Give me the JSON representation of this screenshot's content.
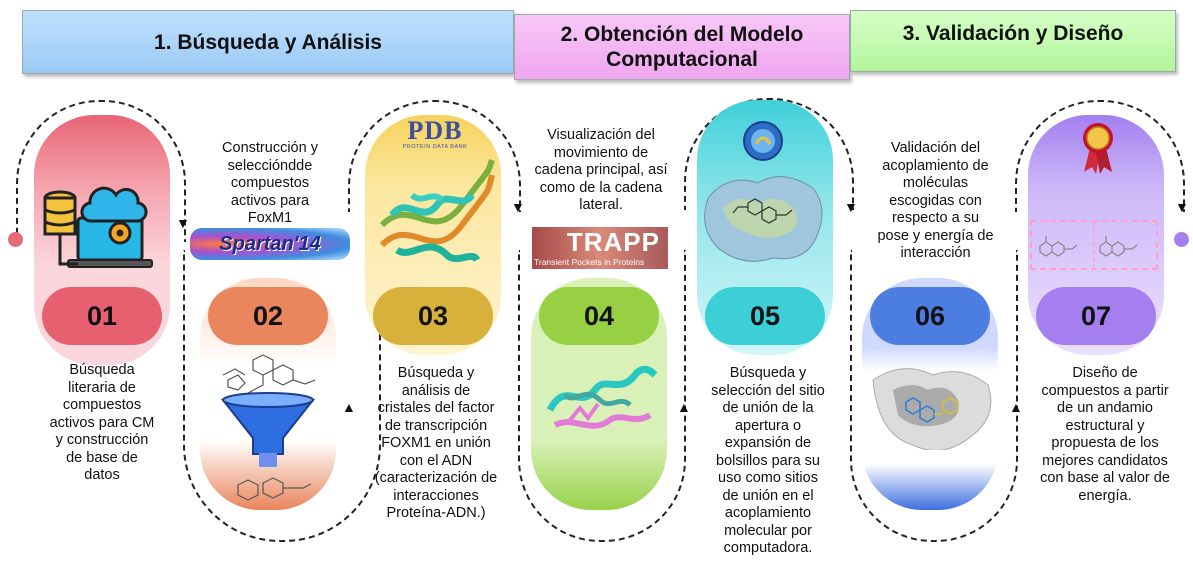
{
  "headers": [
    {
      "line1": "1.  Búsqueda y Análisis",
      "line2": ""
    },
    {
      "line1": "2. Obtención del Modelo",
      "line2": "Computacional"
    },
    {
      "line1": "3. Validación y Diseño",
      "line2": ""
    }
  ],
  "steps": [
    {
      "num": "01",
      "lines": [
        "Búsqueda",
        "literaria de",
        "compuestos",
        "activos para CM",
        "y construcción",
        "de base de",
        "datos"
      ]
    },
    {
      "num": "02",
      "lines": [
        "Construcción y",
        "seleccióndde",
        "compuestos",
        "activos para",
        "FoxM1"
      ]
    },
    {
      "num": "03",
      "lines": [
        "Búsqueda y",
        "análisis de",
        "cristales del factor",
        "de transcripción",
        "FOXM1 en unión",
        "con el ADN",
        "(caracterización de",
        "interacciones",
        "Proteína-ADN.)"
      ]
    },
    {
      "num": "04",
      "lines": [
        "Visualización del",
        "movimiento de",
        "cadena principal, así",
        "como de la cadena",
        "lateral."
      ]
    },
    {
      "num": "05",
      "lines": [
        "Búsqueda y",
        "selección del sitio",
        "de unión de la",
        "apertura o",
        "expansión de",
        "bolsillos para su",
        "uso como sitios",
        "de unión en el",
        "acoplamiento",
        "molecular por",
        "computadora."
      ]
    },
    {
      "num": "06",
      "lines": [
        "Validación del",
        "acoplamiento de",
        "moléculas",
        "escogidas con",
        "respecto a su",
        "pose y energía de",
        "interacción"
      ]
    },
    {
      "num": "07",
      "lines": [
        "Diseño de",
        "compuestos a partir",
        "de un andamio",
        "estructural y",
        "propuesta de los",
        "mejores candidatos",
        "con base al valor de",
        "energía."
      ]
    }
  ],
  "logos": {
    "spartan": "Spartan'14",
    "pdb": "PDB",
    "pdb_sub": "PROTEIN DATA BANK",
    "trapp": "TRAPP",
    "trapp_sub": "Transient Pockets in Proteins"
  },
  "colors": {
    "c01": "#e96f7c",
    "c02": "#e9845b",
    "c03": "#d6b13e",
    "c04": "#96cf3f",
    "c05": "#3fcfd6",
    "c06": "#4c7fe0",
    "c07": "#a77ff0"
  }
}
